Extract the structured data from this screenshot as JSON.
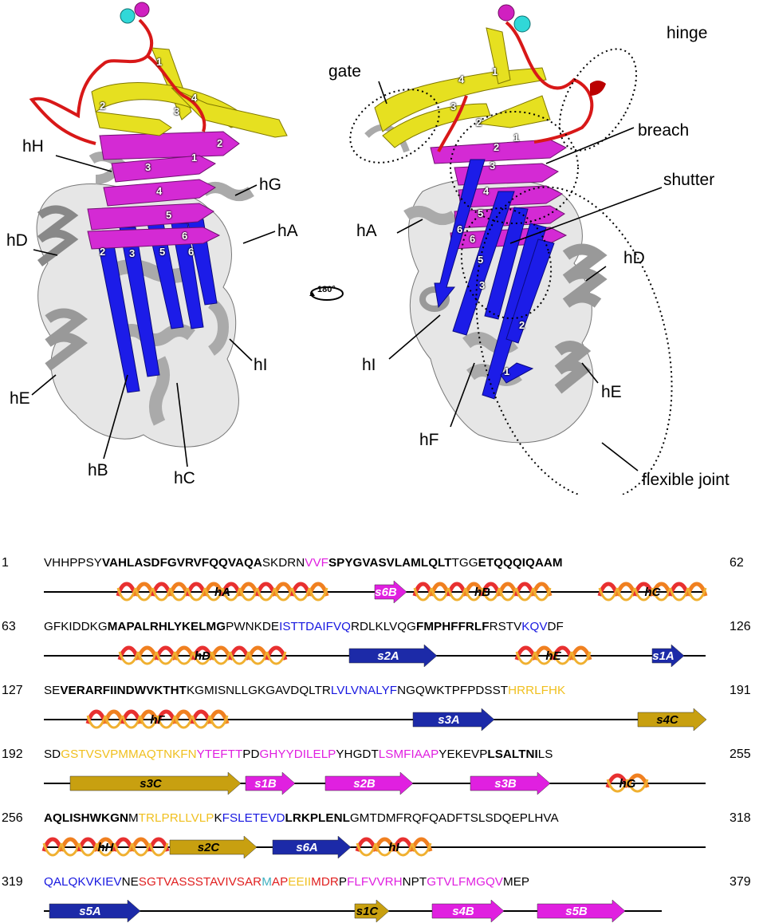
{
  "left_labels": {
    "hH": "hH",
    "hG": "hG",
    "hA": "hA",
    "hD": "hD",
    "hI": "hI",
    "hE": "hE",
    "hB": "hB",
    "hC": "hC"
  },
  "right_labels": {
    "gate": "gate",
    "hinge": "hinge",
    "breach": "breach",
    "shutter": "shutter",
    "hA": "hA",
    "hD": "hD",
    "hI": "hI",
    "hE": "hE",
    "hF": "hF",
    "flexible_joint": "flexible joint"
  },
  "rotation_label": "180°",
  "strand_numbers_left": [
    "1",
    "2",
    "3",
    "4",
    "2",
    "3",
    "1",
    "4",
    "5",
    "2",
    "3",
    "5",
    "6",
    "6"
  ],
  "strand_numbers_right": [
    "4",
    "1",
    "3",
    "2",
    "2",
    "1",
    "3",
    "4",
    "5",
    "6",
    "6",
    "5",
    "3",
    "2",
    "1"
  ],
  "sequence": {
    "rows": [
      {
        "start": "1",
        "end": "62",
        "segments": [
          {
            "t": "VHHPPSY",
            "c": "black",
            "b": false
          },
          {
            "t": "VAHLASDFGVRVFQQVAQA",
            "c": "black",
            "b": true
          },
          {
            "t": "SKDRN",
            "c": "black",
            "b": false
          },
          {
            "t": "VVF",
            "c": "mag",
            "b": false
          },
          {
            "t": "SPYGVASVLAMLQLT",
            "c": "black",
            "b": true
          },
          {
            "t": "TGG",
            "c": "black",
            "b": false
          },
          {
            "t": "ETQQQIQAAM",
            "c": "black",
            "b": true
          }
        ],
        "elements": [
          {
            "type": "helix",
            "label": "hA"
          },
          {
            "type": "strand",
            "label": "s6B",
            "color": "#e020e0"
          },
          {
            "type": "helix",
            "label": "hB"
          },
          {
            "type": "helix",
            "label": "hC"
          }
        ]
      },
      {
        "start": "63",
        "end": "126",
        "segments": [
          {
            "t": "GFKIDDKG",
            "c": "black",
            "b": false
          },
          {
            "t": "MAPALRHLYKELMG",
            "c": "black",
            "b": true
          },
          {
            "t": "PWNKDE",
            "c": "black",
            "b": false
          },
          {
            "t": "ISTTDAIFVQ",
            "c": "blue",
            "b": false
          },
          {
            "t": "RDLKLVQG",
            "c": "black",
            "b": false
          },
          {
            "t": "FMPHFFRLF",
            "c": "black",
            "b": true
          },
          {
            "t": "RSTV",
            "c": "black",
            "b": false
          },
          {
            "t": "KQV",
            "c": "blue",
            "b": false
          },
          {
            "t": "DF",
            "c": "black",
            "b": false
          }
        ],
        "elements": [
          {
            "type": "helix",
            "label": "hD"
          },
          {
            "type": "strand",
            "label": "s2A",
            "color": "#1c2aa8"
          },
          {
            "type": "helix",
            "label": "hE"
          },
          {
            "type": "strand",
            "label": "s1A",
            "color": "#1c2aa8"
          }
        ]
      },
      {
        "start": "127",
        "end": "191",
        "segments": [
          {
            "t": "SE",
            "c": "black",
            "b": false
          },
          {
            "t": "VERARFIINDWVKTHT",
            "c": "black",
            "b": true
          },
          {
            "t": "KGMISNLLGKGAVDQLTR",
            "c": "black",
            "b": false
          },
          {
            "t": "LVLVNALYF",
            "c": "blue",
            "b": false
          },
          {
            "t": "NGQWKTPFPDSST",
            "c": "black",
            "b": false
          },
          {
            "t": "HRRLFHK",
            "c": "yel",
            "b": false
          }
        ],
        "elements": [
          {
            "type": "helix",
            "label": "hF"
          },
          {
            "type": "strand",
            "label": "s3A",
            "color": "#1c2aa8"
          },
          {
            "type": "strand",
            "label": "s4C",
            "color": "#c8a010"
          }
        ]
      },
      {
        "start": "192",
        "end": "255",
        "segments": [
          {
            "t": "SD",
            "c": "black",
            "b": false
          },
          {
            "t": "GSTVSVPMMAQTNKFN",
            "c": "yel",
            "b": false
          },
          {
            "t": "YTEFTT",
            "c": "mag",
            "b": false
          },
          {
            "t": "PD",
            "c": "black",
            "b": false
          },
          {
            "t": "GHYYDILELP",
            "c": "mag",
            "b": false
          },
          {
            "t": "YHGDT",
            "c": "black",
            "b": false
          },
          {
            "t": "LSMFIAAP",
            "c": "mag",
            "b": false
          },
          {
            "t": "YEKEVP",
            "c": "black",
            "b": false
          },
          {
            "t": "LSALTNI",
            "c": "black",
            "b": true
          },
          {
            "t": "LS",
            "c": "black",
            "b": false
          }
        ],
        "elements": [
          {
            "type": "strand",
            "label": "s3C",
            "color": "#c8a010"
          },
          {
            "type": "strand",
            "label": "s1B",
            "color": "#e020e0"
          },
          {
            "type": "strand",
            "label": "s2B",
            "color": "#e020e0"
          },
          {
            "type": "strand",
            "label": "s3B",
            "color": "#e020e0"
          },
          {
            "type": "helix",
            "label": "hG"
          }
        ]
      },
      {
        "start": "256",
        "end": "318",
        "segments": [
          {
            "t": "AQLISHWKGN",
            "c": "black",
            "b": true
          },
          {
            "t": "M",
            "c": "black",
            "b": false
          },
          {
            "t": "TRLPRLLVLP",
            "c": "yel",
            "b": false
          },
          {
            "t": "K",
            "c": "black",
            "b": false
          },
          {
            "t": "FSLETEVD",
            "c": "blue",
            "b": false
          },
          {
            "t": "LRKPLENL",
            "c": "black",
            "b": true
          },
          {
            "t": "GMTDMFRQFQADFTSLSDQEPLHVA",
            "c": "black",
            "b": false
          }
        ],
        "elements": [
          {
            "type": "helix",
            "label": "hH"
          },
          {
            "type": "strand",
            "label": "s2C",
            "color": "#c8a010"
          },
          {
            "type": "strand",
            "label": "s6A",
            "color": "#1c2aa8"
          },
          {
            "type": "helix",
            "label": "hI"
          }
        ]
      },
      {
        "start": "319",
        "end": "379",
        "segments": [
          {
            "t": "QALQKVKIEV",
            "c": "blue",
            "b": false
          },
          {
            "t": "NE",
            "c": "black",
            "b": false
          },
          {
            "t": "SGTVASSSTAVIVSAR",
            "c": "red",
            "b": false
          },
          {
            "t": "M",
            "c": "cyan",
            "b": false
          },
          {
            "t": "AP",
            "c": "red",
            "b": false
          },
          {
            "t": "EEII",
            "c": "yel",
            "b": false
          },
          {
            "t": "MDR",
            "c": "red",
            "b": false
          },
          {
            "t": "P",
            "c": "black",
            "b": false
          },
          {
            "t": "FLFVVRH",
            "c": "mag",
            "b": false
          },
          {
            "t": "NPT",
            "c": "black",
            "b": false
          },
          {
            "t": "GTVLFMGQV",
            "c": "mag",
            "b": false
          },
          {
            "t": "MEP",
            "c": "black",
            "b": false
          }
        ],
        "elements": [
          {
            "type": "strand",
            "label": "s5A",
            "color": "#1c2aa8"
          },
          {
            "type": "strand",
            "label": "s1C",
            "color": "#c8a010"
          },
          {
            "type": "strand",
            "label": "s4B",
            "color": "#e020e0"
          },
          {
            "type": "strand",
            "label": "s5B",
            "color": "#e020e0"
          }
        ]
      }
    ]
  },
  "colors": {
    "sheetA": "#1c1ce8",
    "sheetB": "#d42ad4",
    "sheetC": "#e6e020",
    "rcl": "#d81818",
    "coil": "#d8d8d8",
    "sphere_cyan": "#30d8d8",
    "sphere_magenta": "#d020c0"
  }
}
